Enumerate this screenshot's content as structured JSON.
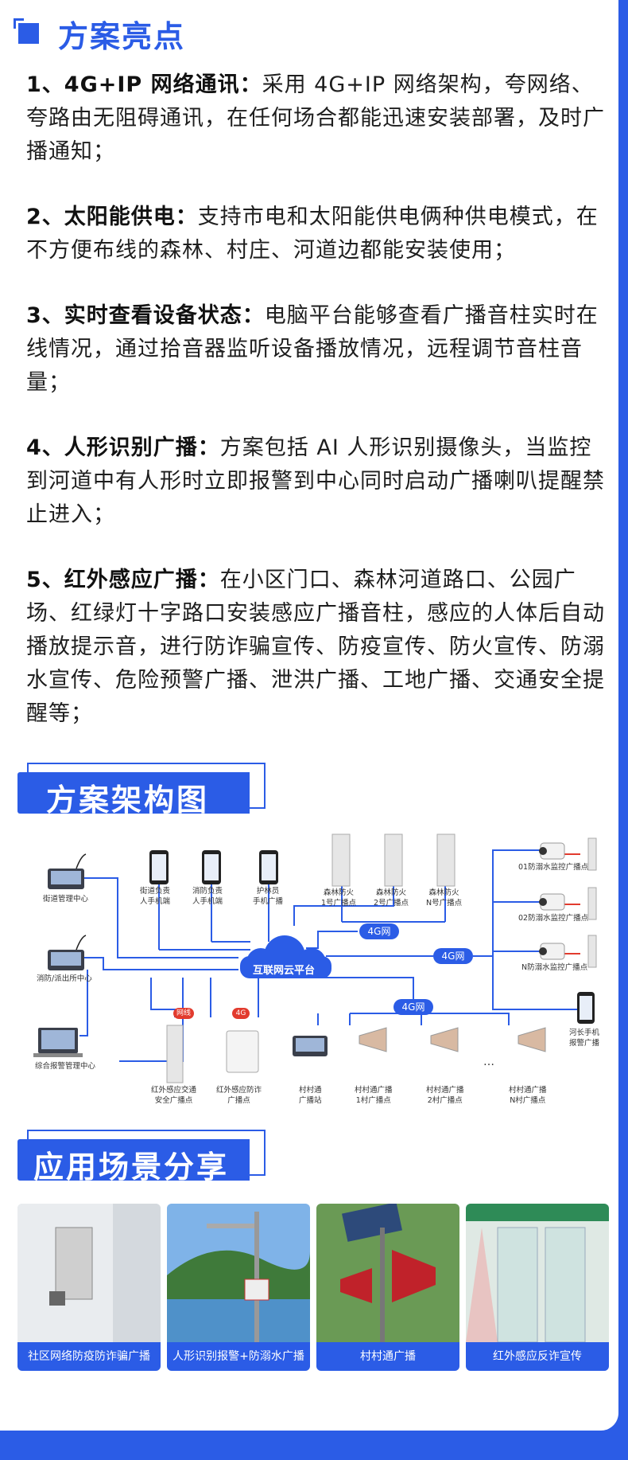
{
  "section1": {
    "title": "方案亮点"
  },
  "points": [
    {
      "key": "1、4G+IP 网络通讯：",
      "text": "采用 4G+IP 网络架构，夸网络、夸路由无阻碍通讯，在任何场合都能迅速安装部署，及时广播通知；"
    },
    {
      "key": "2、太阳能供电：",
      "text": "支持市电和太阳能供电俩种供电模式，在不方便布线的森林、村庄、河道边都能安装使用；"
    },
    {
      "key": "3、实时查看设备状态：",
      "text": "电脑平台能够查看广播音柱实时在线情况，通过拾音器监听设备播放情况，远程调节音柱音量；"
    },
    {
      "key": "4、人形识别广播：",
      "text": "方案包括 AI 人形识别摄像头，当监控到河道中有人形时立即报警到中心同时启动广播喇叭提醒禁止进入；"
    },
    {
      "key": "5、红外感应广播：",
      "text": "在小区门口、森林河道路口、公园广场、红绿灯十字路口安装感应广播音柱，感应的人体后自动播放提示音，进行防诈骗宣传、防疫宣传、防火宣传、防溺水宣传、危险预警广播、泄洪广播、工地广播、交通安全提醒等；"
    }
  ],
  "section2": {
    "title": "方案架构图"
  },
  "diagram": {
    "cloud": "互联网云平台",
    "net_4g_top": "4G网",
    "net_4g_mid": "4G网",
    "net_4g_low": "4G网",
    "tag_wire": "网线",
    "tag_4g": "4G",
    "labels": {
      "street_center": "街道管理中心",
      "fire_center": "消防/派出所中心",
      "alarm_center": "综合报警管理中心",
      "phone1": "街道负责\n人手机端",
      "phone2": "消防负责\n人手机端",
      "phone3": "护林员\n手机广播",
      "col1": "森林防火\n1号广播点",
      "col2": "森林防火\n2号广播点",
      "colN": "森林防火\nN号广播点",
      "cam1": "01防溺水监控广播点",
      "cam2": "02防溺水监控广播点",
      "camN": "N防溺水监控广播点",
      "river_phone": "河长手机\n报警广播",
      "ir_traffic": "红外感应交通\n安全广播点",
      "ir_fraud": "红外感应防诈\n广播点",
      "village_station": "村村通\n广播站",
      "horn1": "村村通广播\n1村广播点",
      "horn2": "村村通广播\n2村广播点",
      "hornN": "村村通广播\nN村广播点",
      "ellipsis": "…"
    }
  },
  "section3": {
    "title": "应用场景分享"
  },
  "gallery": [
    {
      "caption": "社区网络防疫防诈骗广播"
    },
    {
      "caption": "人形识别报警+防溺水广播"
    },
    {
      "caption": "村村通广播"
    },
    {
      "caption": "红外感应反诈宣传"
    }
  ],
  "colors": {
    "brand": "#2b5ce6",
    "text": "#1e1e1e",
    "alert": "#e23b2e"
  }
}
